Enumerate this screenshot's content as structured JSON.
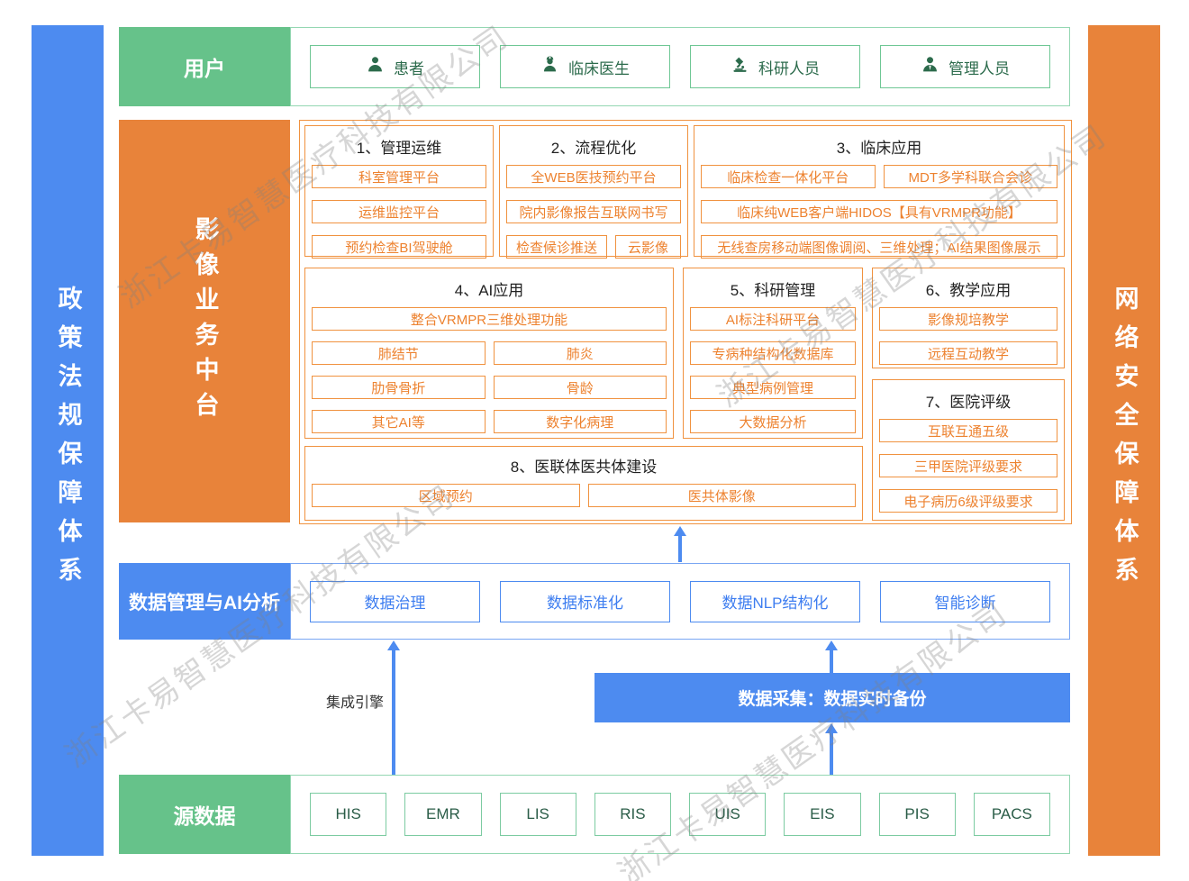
{
  "watermark": {
    "text": "浙江卡易智慧医疗科技有限公司"
  },
  "sidebars": {
    "left": "政策法规保障体系",
    "right": "网络安全保障体系"
  },
  "users": {
    "label": "用户",
    "items": [
      {
        "icon": "patient-icon",
        "label": "患者"
      },
      {
        "icon": "doctor-icon",
        "label": "临床医生"
      },
      {
        "icon": "researcher-icon",
        "label": "科研人员"
      },
      {
        "icon": "manager-icon",
        "label": "管理人员"
      }
    ]
  },
  "platform": {
    "label": "影像业务中台",
    "s1": {
      "title": "1、管理运维",
      "items": [
        "科室管理平台",
        "运维监控平台",
        "预约检查BI驾驶舱"
      ]
    },
    "s2": {
      "title": "2、流程优化",
      "items": [
        "全WEB医技预约平台",
        "院内影像报告互联网书写",
        "检查候诊推送",
        "云影像"
      ]
    },
    "s3": {
      "title": "3、临床应用",
      "items": [
        "临床检查一体化平台",
        "MDT多学科联合会诊",
        "临床纯WEB客户端HIDOS【具有VRMPR功能】",
        "无线查房移动端图像调阅、三维处理；AI结果图像展示"
      ]
    },
    "s4": {
      "title": "4、AI应用",
      "items": [
        "整合VRMPR三维处理功能",
        "肺结节",
        "肺炎",
        "肋骨骨折",
        "骨龄",
        "其它AI等",
        "数字化病理"
      ]
    },
    "s5": {
      "title": "5、科研管理",
      "items": [
        "AI标注科研平台",
        "专病种结构化数据库",
        "典型病例管理",
        "大数据分析"
      ]
    },
    "s6": {
      "title": "6、教学应用",
      "items": [
        "影像规培教学",
        "远程互动教学"
      ]
    },
    "s7": {
      "title": "7、医院评级",
      "items": [
        "互联互通五级",
        "三甲医院评级要求",
        "电子病历6级评级要求"
      ]
    },
    "s8": {
      "title": "8、医联体医共体建设",
      "items": [
        "区域预约",
        "医共体影像"
      ]
    }
  },
  "data_mgmt": {
    "label": "数据管理与AI分析",
    "items": [
      "数据治理",
      "数据标准化",
      "数据NLP结构化",
      "智能诊断"
    ]
  },
  "integration_engine": {
    "label": "集成引擎"
  },
  "data_collection": {
    "label": "数据采集：数据实时备份"
  },
  "source_data": {
    "label": "源数据",
    "items": [
      "HIS",
      "EMR",
      "LIS",
      "RIS",
      "UIS",
      "EIS",
      "PIS",
      "PACS"
    ]
  },
  "colors": {
    "green": "#66c28a",
    "orange": "#e8833a",
    "blue": "#4d8bf0",
    "orange_text": "#ed822f",
    "green_dark": "#2c6b4c"
  }
}
